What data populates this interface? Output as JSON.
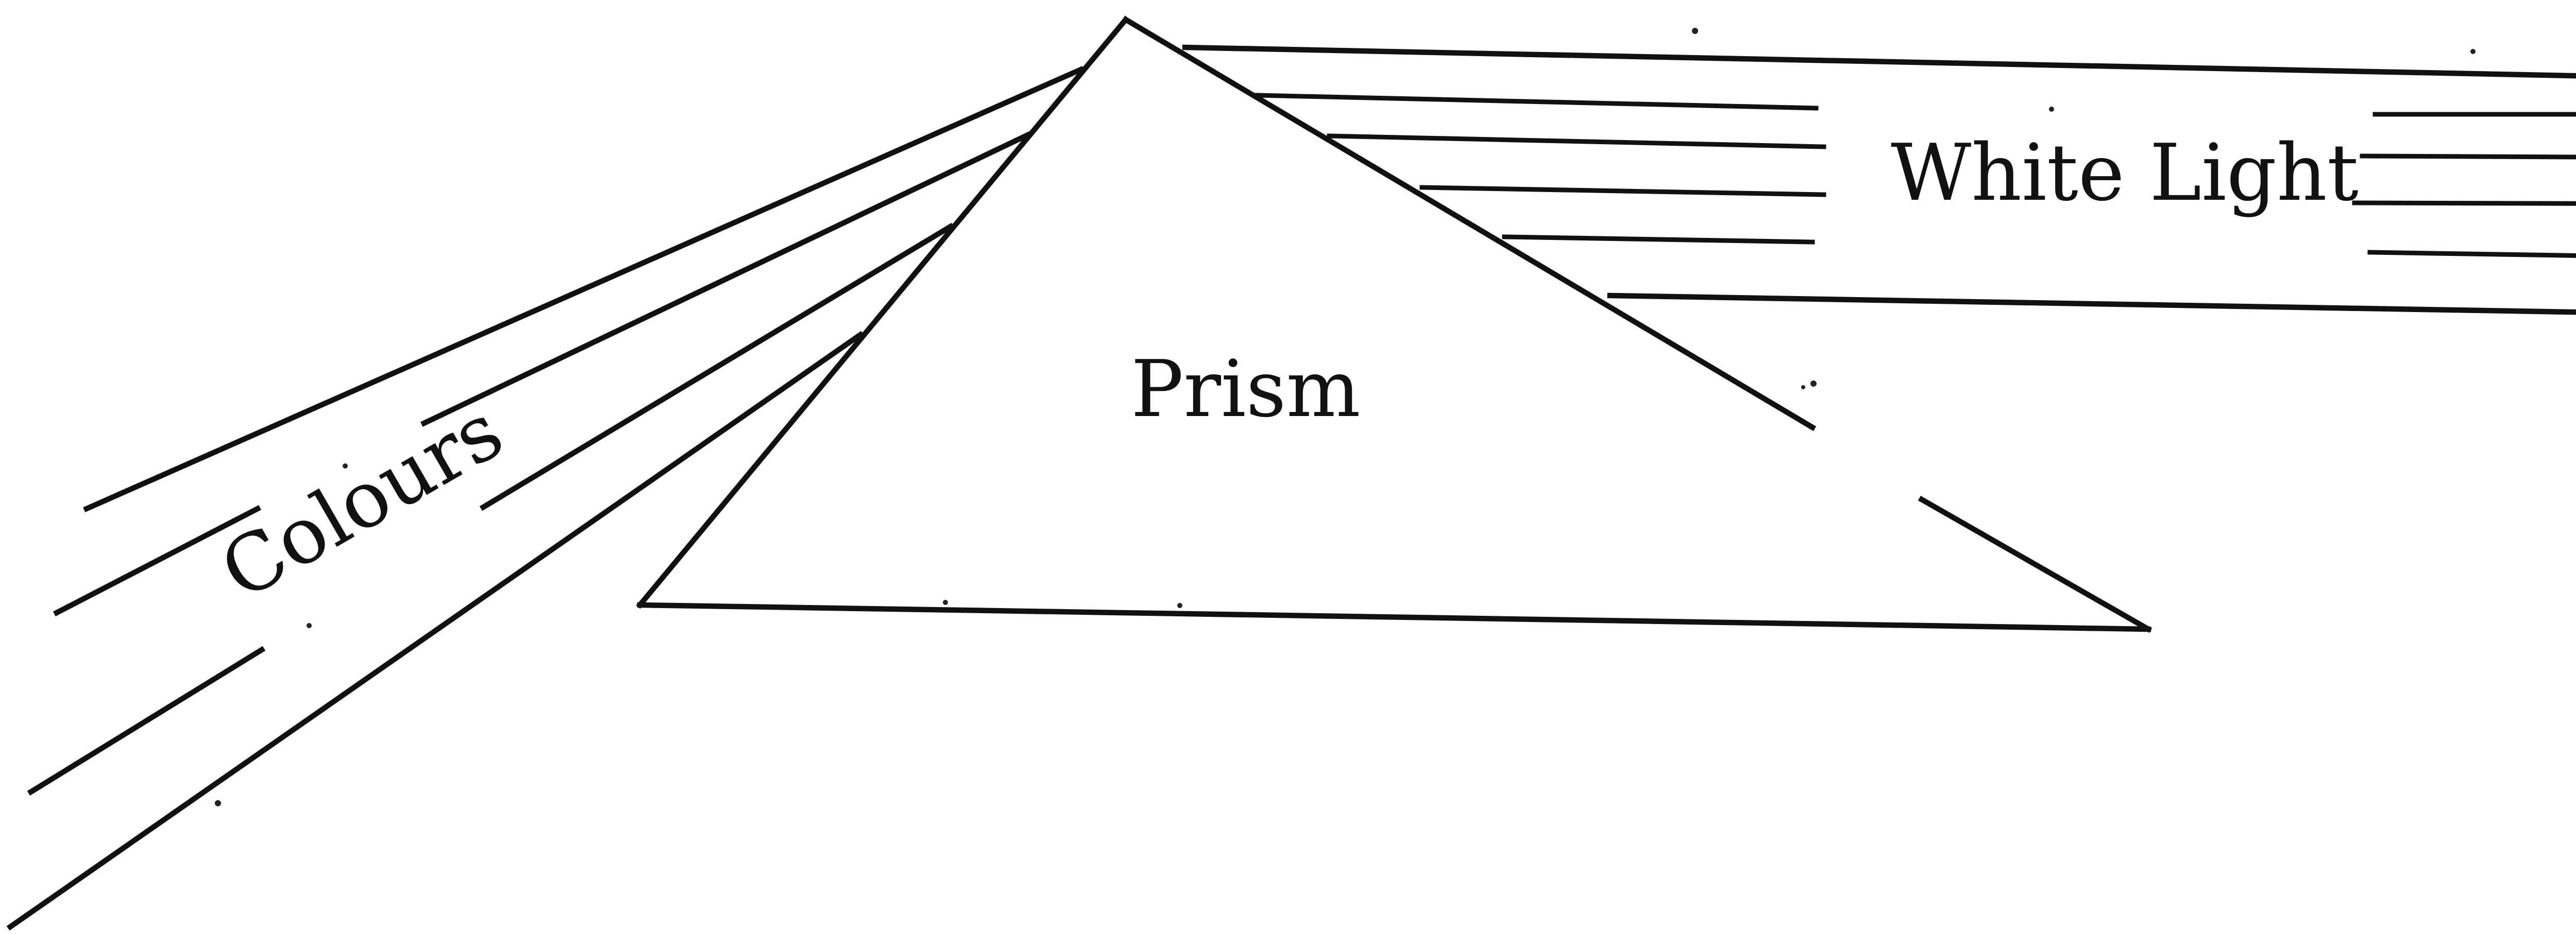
{
  "labels": {
    "white_light": "White Light",
    "prism": "Prism",
    "colours": "Colours"
  },
  "colors": {
    "ink": "#111111",
    "background": "#ffffff"
  }
}
